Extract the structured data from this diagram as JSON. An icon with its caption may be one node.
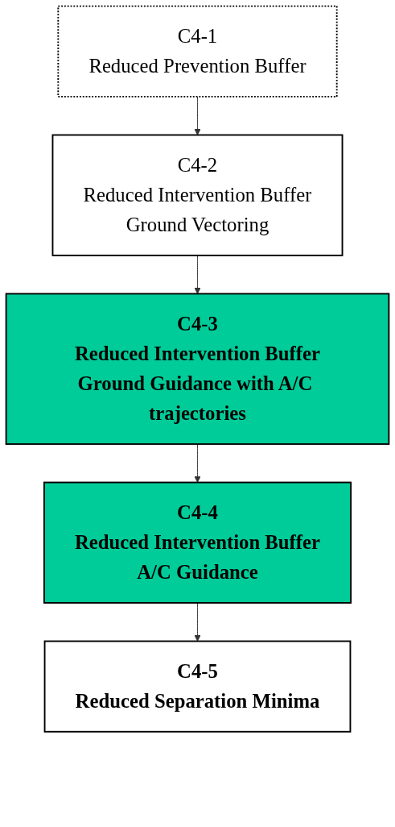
{
  "diagram": {
    "nodes": [
      {
        "text": [
          "C4-1",
          "Reduced Prevention Buffer"
        ]
      },
      {
        "text": [
          "C4-2",
          "Reduced Intervention Buffer",
          "Ground Vectoring"
        ]
      },
      {
        "text": [
          "C4-3",
          "Reduced Intervention Buffer",
          "Ground Guidance with A/C trajectories"
        ]
      },
      {
        "text": [
          "C4-4",
          "Reduced Intervention Buffer",
          "A/C Guidance"
        ]
      },
      {
        "text": [
          "C4-5",
          "Reduced Separation Minima"
        ]
      }
    ],
    "edges": [
      {
        "from": 0,
        "to": 1,
        "arrow": "to"
      },
      {
        "from": 1,
        "to": 2,
        "arrow": "to"
      },
      {
        "from": 2,
        "to": 3,
        "arrow": "to"
      },
      {
        "from": 3,
        "to": 4,
        "arrow": "to"
      }
    ]
  }
}
